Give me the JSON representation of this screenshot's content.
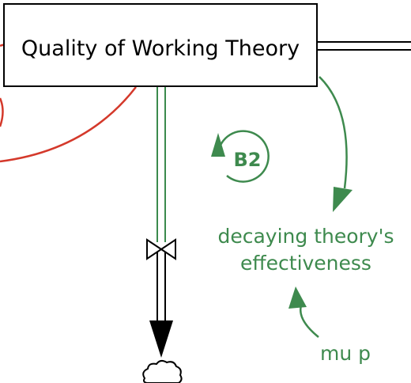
{
  "stock": {
    "label": "Quality of Working Theory"
  },
  "loop": {
    "label": "B2",
    "polarity": "balancing"
  },
  "auxiliaries": {
    "decaying_line1": "decaying theory's",
    "decaying_line2": "effectiveness",
    "mu_p": "mu p"
  },
  "colors": {
    "stock_border": "#000000",
    "flow_pipe": "#3a8a4c",
    "green_link": "#3e8a4e",
    "red_link": "#d4392b",
    "text": "#000000"
  },
  "icons": {
    "valve": "bowtie-valve-icon",
    "cloud": "cloud-sink-icon",
    "loop": "circular-arrow-icon"
  }
}
